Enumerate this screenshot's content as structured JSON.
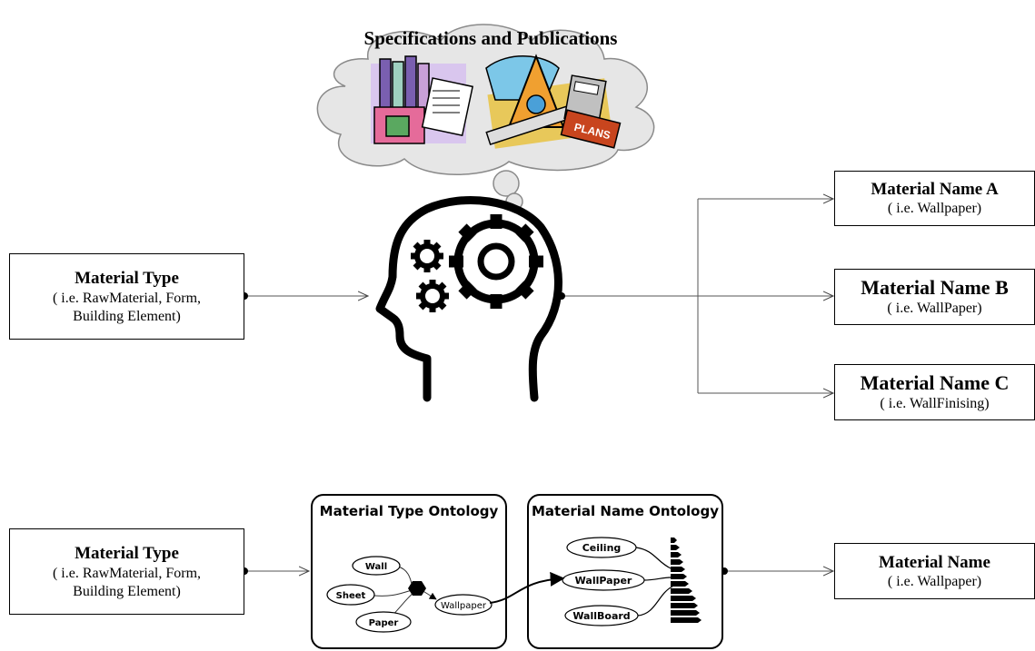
{
  "cloud": {
    "title": "Specifications and Publications",
    "clip_label": "PLANS"
  },
  "top": {
    "input": {
      "title": "Material Type",
      "line1": "( i.e. RawMaterial, Form,",
      "line2": "Building Element)"
    },
    "outputs": [
      {
        "title": "Material Name A",
        "sub": "( i.e. Wallpaper)"
      },
      {
        "title": "Material Name B",
        "sub": "( i.e. WallPaper)"
      },
      {
        "title": "Material Name C",
        "sub": "( i.e. WallFinising)"
      }
    ]
  },
  "bottom": {
    "input": {
      "title": "Material Type",
      "line1": "( i.e. RawMaterial, Form,",
      "line2": "Building Element)"
    },
    "type_ontology": {
      "title": "Material Type Ontology",
      "nodes": [
        "Wall",
        "Sheet",
        "Paper",
        "Wallpaper"
      ]
    },
    "name_ontology": {
      "title": "Material Name Ontology",
      "nodes": [
        "Ceiling",
        "WallPaper",
        "WallBoard"
      ]
    },
    "output": {
      "title": "Material Name",
      "sub": "( i.e. Wallpaper)"
    }
  },
  "colors": {
    "line": "#555555",
    "cloud_fill": "#e6e6e6",
    "cloud_stroke": "#8a8a8a"
  }
}
